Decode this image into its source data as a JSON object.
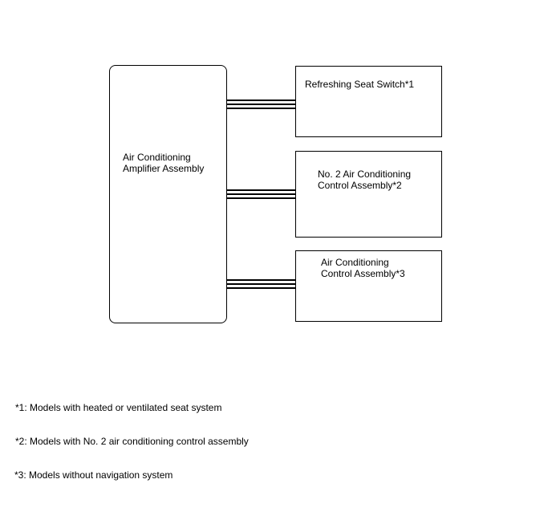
{
  "diagram": {
    "amplifier": {
      "label": "Air Conditioning\nAmplifier Assembly"
    },
    "components": [
      {
        "label": "Refreshing Seat Switch*1"
      },
      {
        "label": "No. 2 Air Conditioning\nControl Assembly*2"
      },
      {
        "label": "Air Conditioning\nControl Assembly*3"
      }
    ],
    "footnotes": [
      "*1: Models with heated or ventilated seat system",
      "*2: Models with No. 2 air conditioning control assembly",
      "*3: Models without navigation system"
    ]
  }
}
